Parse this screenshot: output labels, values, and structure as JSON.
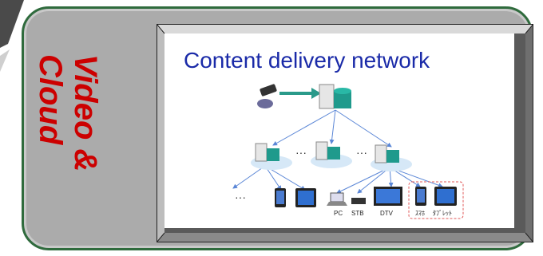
{
  "panel": {
    "side_title_line1": "Video &",
    "side_title_line2": "Cloud"
  },
  "content": {
    "title": "Content delivery network",
    "device_labels": [
      "PC",
      "STB",
      "DTV",
      "ｽﾏﾎ",
      "ﾀﾌﾞﾚｯﾄ"
    ]
  },
  "colors": {
    "border_green": "#2f6b3d",
    "panel_gray": "#ababab",
    "title_blue": "#1a2aa8",
    "side_red": "#cc0000"
  }
}
